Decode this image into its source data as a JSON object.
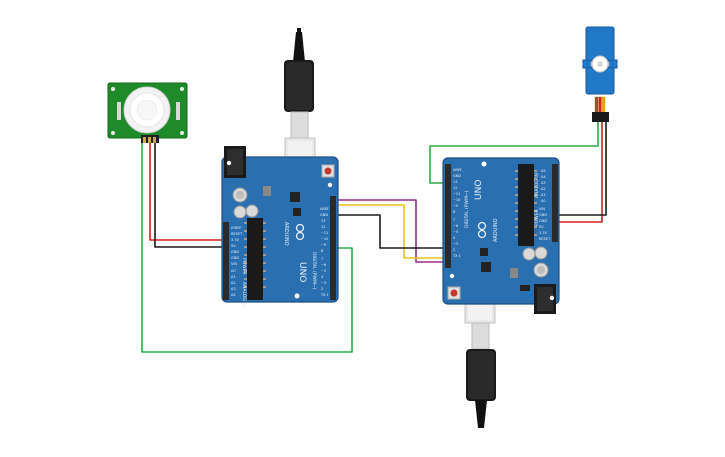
{
  "colors": {
    "board": "#2a6fb0",
    "board_edge": "#1d4f80",
    "header": "#2b2b2b",
    "sensor_pcb": "#1e8a2a",
    "wire_red": "#d42020",
    "wire_black": "#1a1a1a",
    "wire_green": "#2fa84a",
    "wire_yellow": "#e8c21a",
    "wire_purple": "#9a2c8a"
  },
  "boards": {
    "board1": {
      "name": "UNO",
      "brand": "ARDUINO",
      "power_label": "POWER",
      "analog_label": "ANALOG IN",
      "digital_label": "DIGITAL (PWM~)",
      "icon": "arduino-infinity-logo-icon"
    },
    "board2": {
      "name": "UNO",
      "brand": "ARDUINO",
      "power_label": "POWER",
      "analog_label": "ANALOG IN",
      "digital_label": "DIGITAL (PWM~)",
      "icon": "arduino-infinity-logo-icon"
    }
  },
  "sensor": {
    "icon": "pir-dome-icon"
  },
  "servo": {
    "icon": "servo-horn-icon"
  },
  "usb": {
    "icon": "usb-cable-icon"
  }
}
